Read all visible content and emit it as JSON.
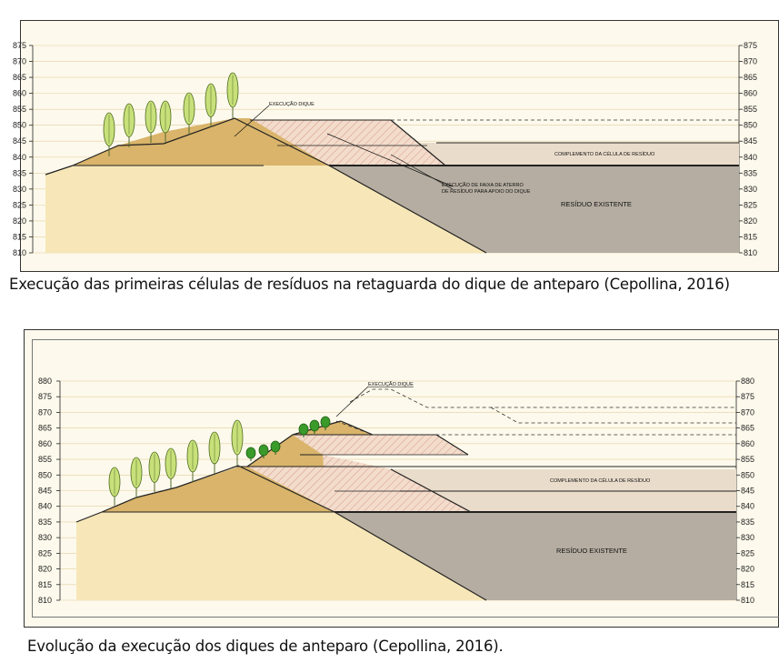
{
  "diagrams": [
    {
      "y_ticks": [
        875,
        870,
        865,
        860,
        855,
        850,
        845,
        840,
        835,
        830,
        825,
        820,
        815,
        810
      ],
      "labels": {
        "dike_execution": "EXECUÇÃO DIQUE",
        "cell_complement": "COMPLEMENTO DA CÉLULA DE RESÍDUO",
        "strip_line1": "EXECUÇÃO DE FAIXA DE ATERRO",
        "strip_line2": "DE RESÍDUO PARA APOIO DO DIQUE",
        "existing_waste": "RESÍDUO EXISTENTE"
      },
      "caption": "Execução das primeiras células de resíduos na retaguarda do dique de anteparo (Cepollina, 2016)"
    },
    {
      "y_ticks": [
        880,
        875,
        870,
        865,
        860,
        855,
        850,
        845,
        840,
        835,
        830,
        825,
        820,
        815,
        810
      ],
      "labels": {
        "dike_execution": "EXECUÇÃO DIQUE",
        "cell_complement": "COMPLEMENTO DA CÉLULA DE RESÍDUO",
        "existing_waste": "RESÍDUO EXISTENTE"
      },
      "caption": "Evolução da execução dos diques de anteparo (Cepollina, 2016)."
    }
  ],
  "colors": {
    "background": "#fdf9ec",
    "fill_light": "#f7e7b8",
    "fill_dike": "#d9b46a",
    "fill_waste": "#b5ada1",
    "fill_cell": "#eadccb",
    "tree_light": "#c8e07a",
    "tree_dark": "#3a9a2a"
  }
}
